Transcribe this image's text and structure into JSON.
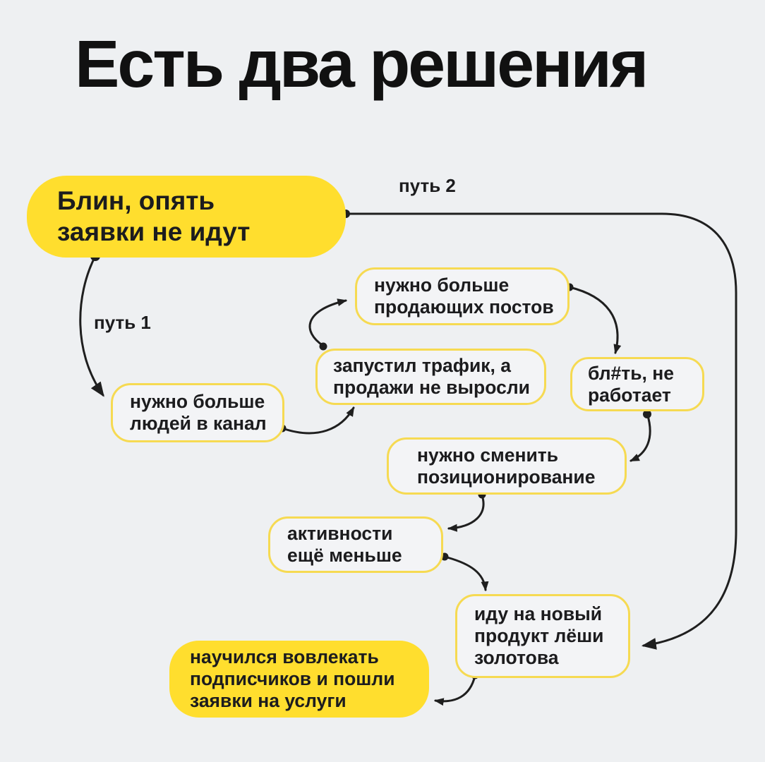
{
  "page": {
    "title": "Есть два решения",
    "background_color": "#eef0f2"
  },
  "colors": {
    "accent_yellow_fill": "#ffde2e",
    "node_border_yellow": "#f6da52",
    "node_background": "#f3f4f6",
    "text": "#1c1c1e",
    "arrow_line": "#1f1f1f"
  },
  "labels": {
    "path1": "путь 1",
    "path2": "путь 2"
  },
  "nodes": [
    {
      "id": "start",
      "variant": "filled",
      "text": "Блин, опять\nзаявки не идут"
    },
    {
      "id": "need-people",
      "variant": "outline",
      "text": "нужно больше\nлюдей в канал"
    },
    {
      "id": "need-posts",
      "variant": "outline",
      "text": "нужно больше\nпродающих постов"
    },
    {
      "id": "traffic",
      "variant": "outline",
      "text": "запустил трафик, а\nпродажи не выросли"
    },
    {
      "id": "notwork",
      "variant": "outline",
      "text": "бл#ть, не\nработает"
    },
    {
      "id": "repos",
      "variant": "outline",
      "text": "нужно сменить\nпозиционирование"
    },
    {
      "id": "activity",
      "variant": "outline",
      "text": "активности\nещё меньше"
    },
    {
      "id": "newprod",
      "variant": "outline",
      "text": "иду на новый\nпродукт лёши\nзолотова"
    },
    {
      "id": "engage",
      "variant": "filled",
      "text": "научился вовлекать\nподписчиков и пошли\nзаявки на услуги"
    }
  ],
  "edges": [
    {
      "from": "start",
      "to": "need-people",
      "label": "путь 1"
    },
    {
      "from": "need-people",
      "to": "traffic"
    },
    {
      "from": "traffic",
      "to": "need-posts"
    },
    {
      "from": "need-posts",
      "to": "notwork"
    },
    {
      "from": "notwork",
      "to": "repos"
    },
    {
      "from": "repos",
      "to": "activity"
    },
    {
      "from": "activity",
      "to": "newprod"
    },
    {
      "from": "start",
      "to": "newprod",
      "label": "путь 2"
    },
    {
      "from": "newprod",
      "to": "engage"
    }
  ]
}
